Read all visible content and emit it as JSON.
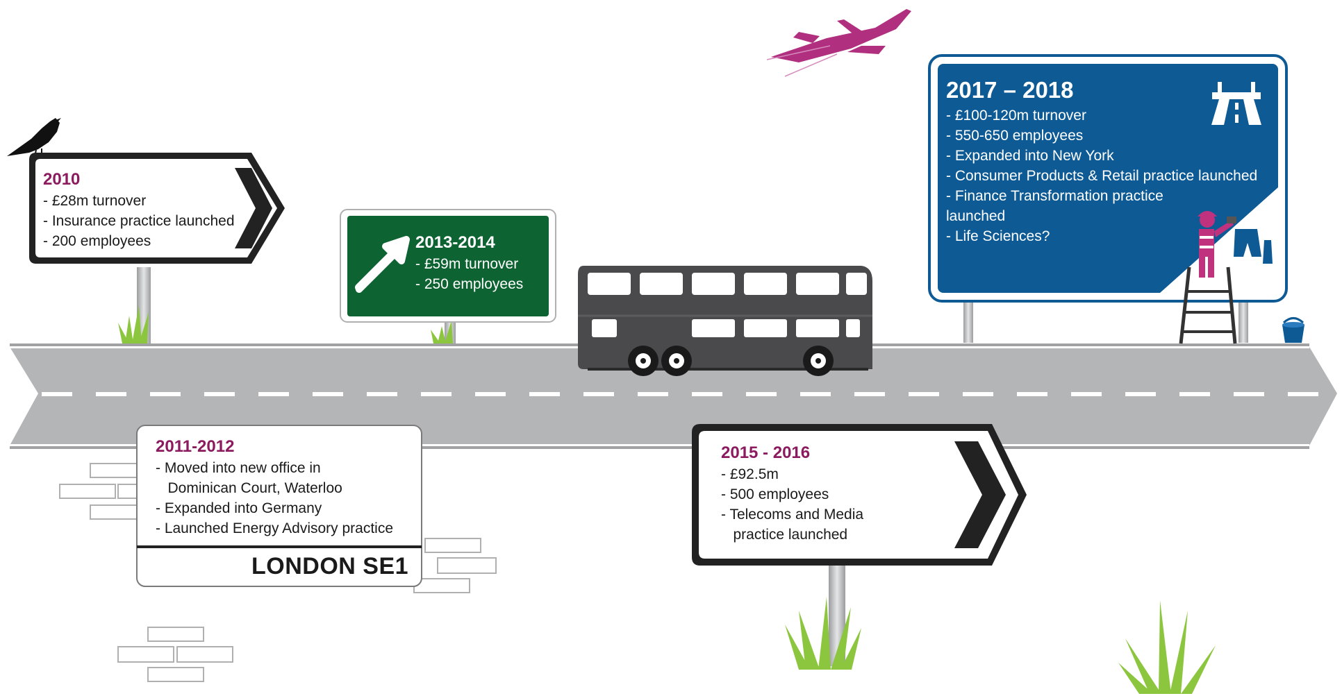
{
  "signs": {
    "s2010": {
      "year": "2010",
      "lines": [
        "- £28m turnover",
        "- Insurance practice launched",
        "- 200 employees"
      ]
    },
    "s2011": {
      "year": "2011-2012",
      "lines": [
        "- Moved into new office in",
        "   Dominican Court, Waterloo",
        "- Expanded into Germany",
        "- Launched Energy Advisory practice"
      ],
      "plate": "LONDON SE1"
    },
    "s2013": {
      "year": "2013-2014",
      "lines": [
        "- £59m turnover",
        "- 250 employees"
      ]
    },
    "s2015": {
      "year": "2015 - 2016",
      "lines": [
        "- £92.5m",
        "- 500 employees",
        "- Telecoms and Media",
        "   practice launched"
      ]
    },
    "s2017": {
      "year": "2017 – 2018",
      "lines": [
        "- £100-120m turnover",
        "- 550-650 employees",
        "- Expanded into New York",
        "- Consumer Products & Retail practice launched",
        "- Finance Transformation practice launched",
        "- Life Sciences?"
      ]
    }
  },
  "colors": {
    "accent_purple": "#8b1a5e",
    "plane": "#b0307f",
    "green_sign": "#0e6332",
    "blue_sign": "#0d5a95",
    "road": "#b3b5b7",
    "bus": "#4a4a4c",
    "grass": "#8cc63f"
  },
  "icons": [
    "bird-icon",
    "airplane-icon",
    "motorway-icon",
    "bus-icon",
    "worker-icon",
    "paint-bucket-icon",
    "arrow-up-right-icon",
    "chevron-right-icon",
    "grass-icon",
    "brick-icon"
  ]
}
